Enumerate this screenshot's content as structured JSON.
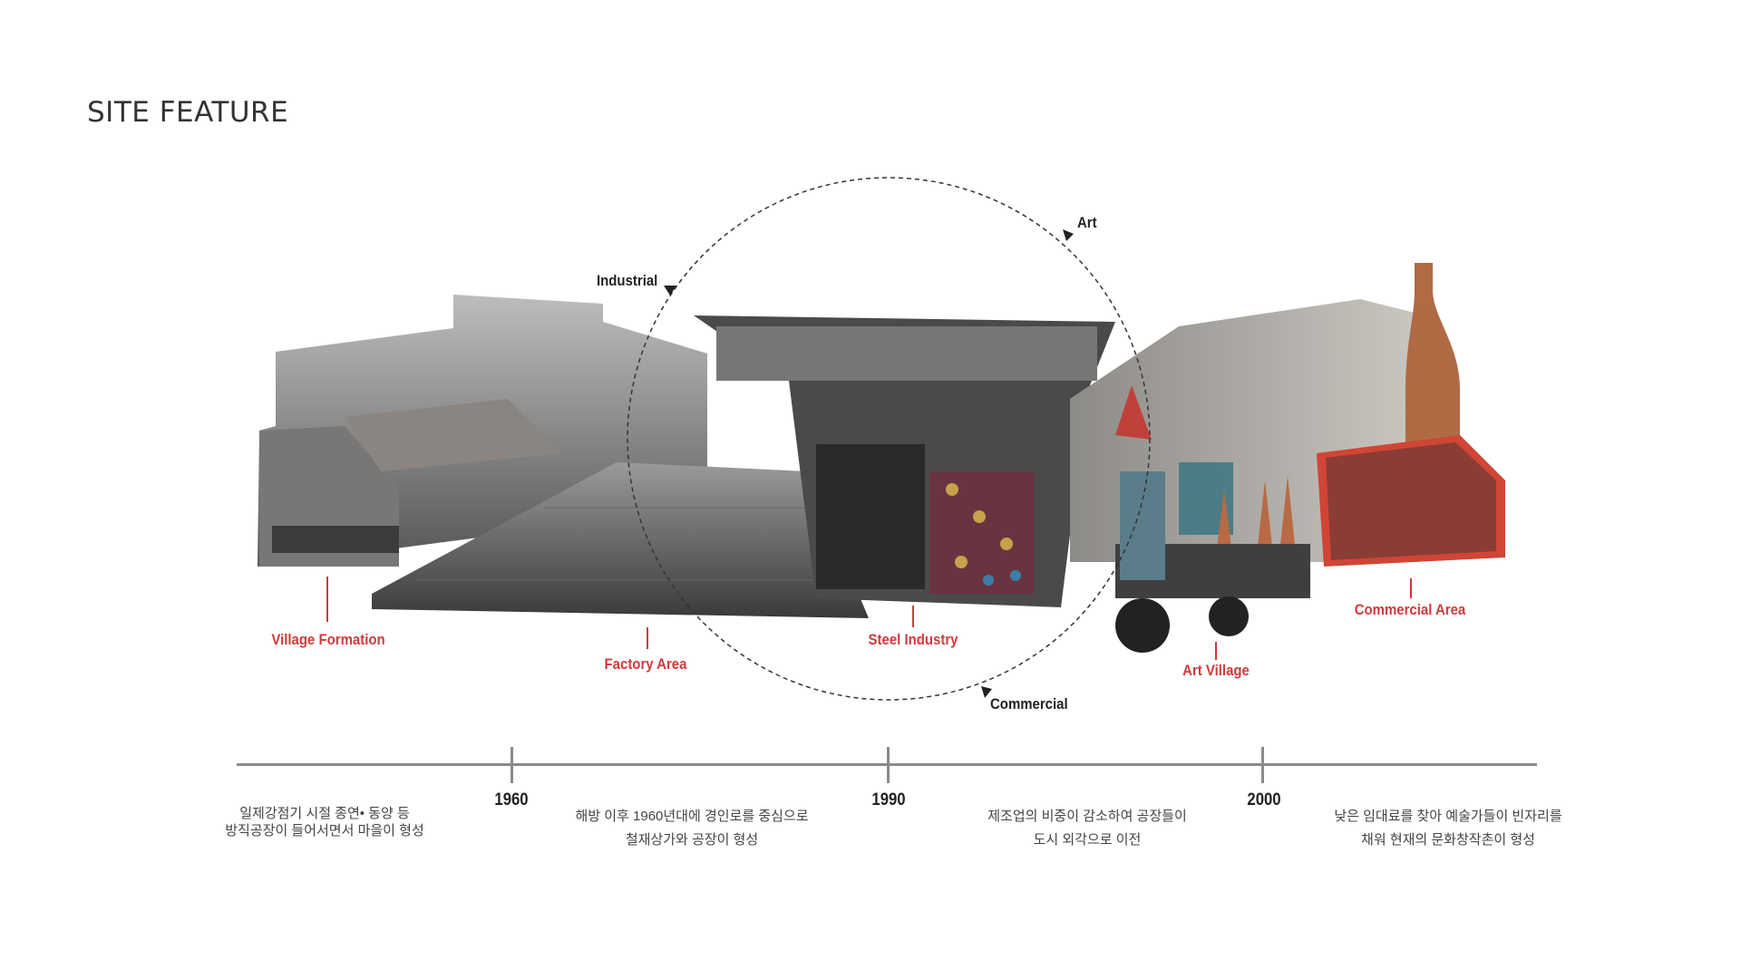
{
  "title": "SITE FEATURE",
  "cycle": {
    "labels": {
      "industrial": "Industrial",
      "art": "Art",
      "commercial": "Commercial"
    }
  },
  "features": [
    {
      "label": "Village Formation"
    },
    {
      "label": "Factory Area"
    },
    {
      "label": "Steel Industry"
    },
    {
      "label": "Art Village"
    },
    {
      "label": "Commercial Area"
    }
  ],
  "timeline": {
    "years": [
      "1960",
      "1990",
      "2000"
    ],
    "descriptions": [
      {
        "line1": "일제강점기 시절 종연• 동양 등",
        "line2": "방직공장이 들어서면서 마을이 형성"
      },
      {
        "line1": "해방 이후 1960년대에 경인로를 중심으로",
        "line2": "철재상가와 공장이 형성"
      },
      {
        "line1": "제조업의 비중이 감소하여 공장들이",
        "line2": "도시 외각으로 이전"
      },
      {
        "line1": "낮은 임대료를 찾아 예술가들이 빈자리를",
        "line2": "채워 현재의 문화창작촌이 형성"
      }
    ]
  },
  "colors": {
    "accent": "#d03a3a",
    "timeline": "#8a8a8a"
  }
}
